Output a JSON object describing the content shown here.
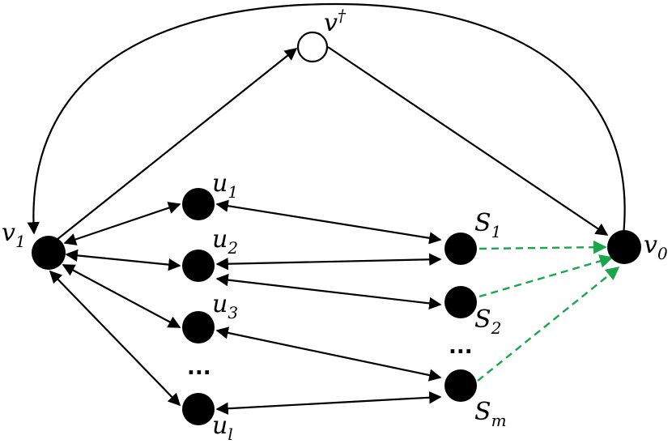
{
  "nodes": {
    "v_dagger": {
      "base": "v",
      "sup": "†"
    },
    "v1": {
      "base": "v",
      "sub": "1"
    },
    "v0": {
      "base": "v",
      "sub": "0"
    },
    "u1": {
      "base": "u",
      "sub": "1"
    },
    "u2": {
      "base": "u",
      "sub": "2"
    },
    "u3": {
      "base": "u",
      "sub": "3"
    },
    "ul": {
      "base": "u",
      "sub": "l"
    },
    "S1": {
      "base": "S",
      "sub": "1"
    },
    "S2": {
      "base": "S",
      "sub": "2"
    },
    "Sm": {
      "base": "S",
      "sub": "m"
    }
  },
  "ellipsis": {
    "u_column": "...",
    "s_column": "..."
  },
  "colors": {
    "node": "#000000",
    "dagger_node_fill": "#ffffff",
    "edge": "#000000",
    "dashed_edge": "#1aa64a"
  }
}
